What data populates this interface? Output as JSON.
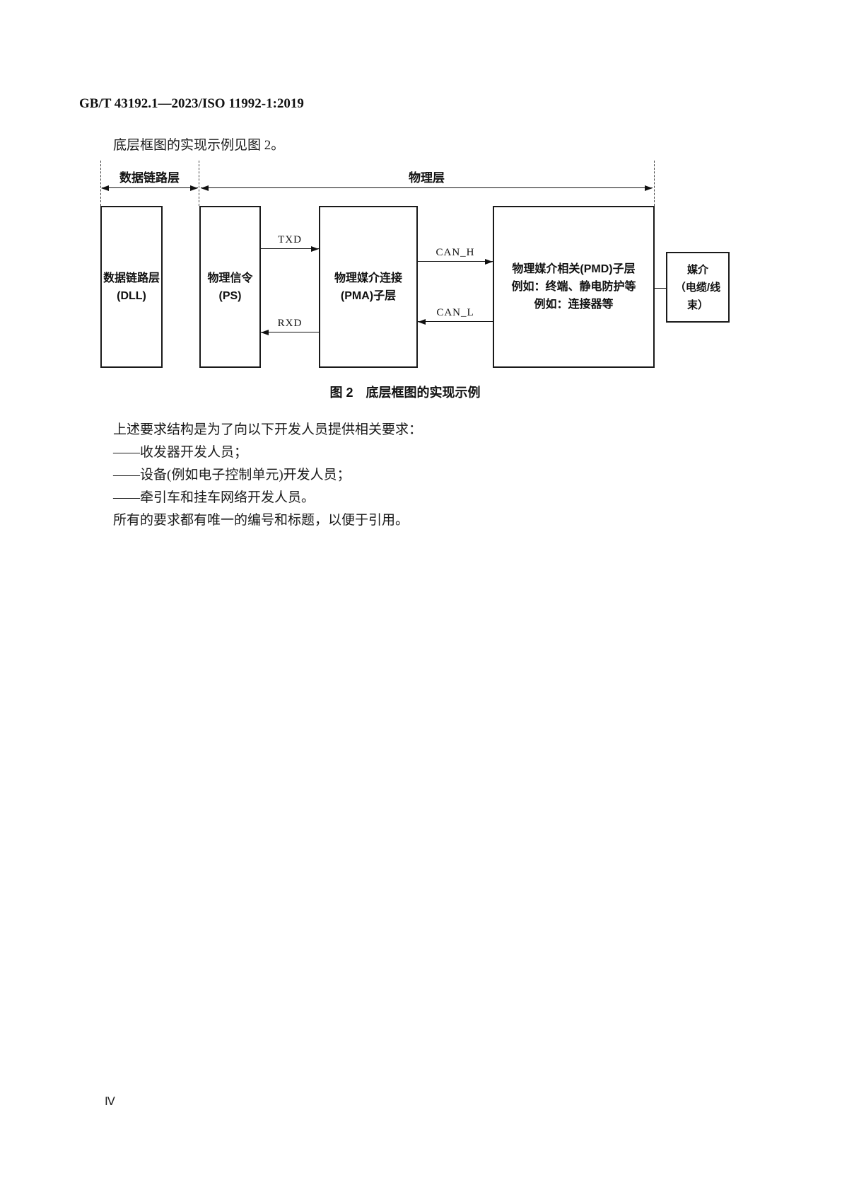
{
  "page": {
    "header": "GB/T 43192.1—2023/ISO 11992-1:2019",
    "intro": "底层框图的实现示例见图 2。",
    "figure_caption": "图 2　底层框图的实现示例",
    "page_number": "Ⅳ"
  },
  "diagram": {
    "top_labels": {
      "data_link_layer": "数据链路层",
      "physical_layer": "物理层"
    },
    "boxes": {
      "dll": {
        "line1": "数据链路层",
        "line2": "(DLL)"
      },
      "ps": {
        "line1": "物理信令",
        "line2": "(PS)"
      },
      "pma": {
        "line1": "物理媒介连接",
        "line2": "(PMA)子层"
      },
      "pmd": {
        "line1": "物理媒介相关(PMD)子层",
        "line2": "例如：终端、静电防护等",
        "line3": "例如：连接器等"
      },
      "medium": {
        "line1": "媒介",
        "line2": "（电缆/线束）"
      }
    },
    "signals": {
      "txd": "TXD",
      "rxd": "RXD",
      "can_h": "CAN_H",
      "can_l": "CAN_L"
    }
  },
  "body": {
    "lines": [
      "上述要求结构是为了向以下开发人员提供相关要求：",
      "——收发器开发人员；",
      "——设备(例如电子控制单元)开发人员；",
      "——牵引车和挂车网络开发人员。",
      "所有的要求都有唯一的编号和标题，以便于引用。"
    ]
  }
}
